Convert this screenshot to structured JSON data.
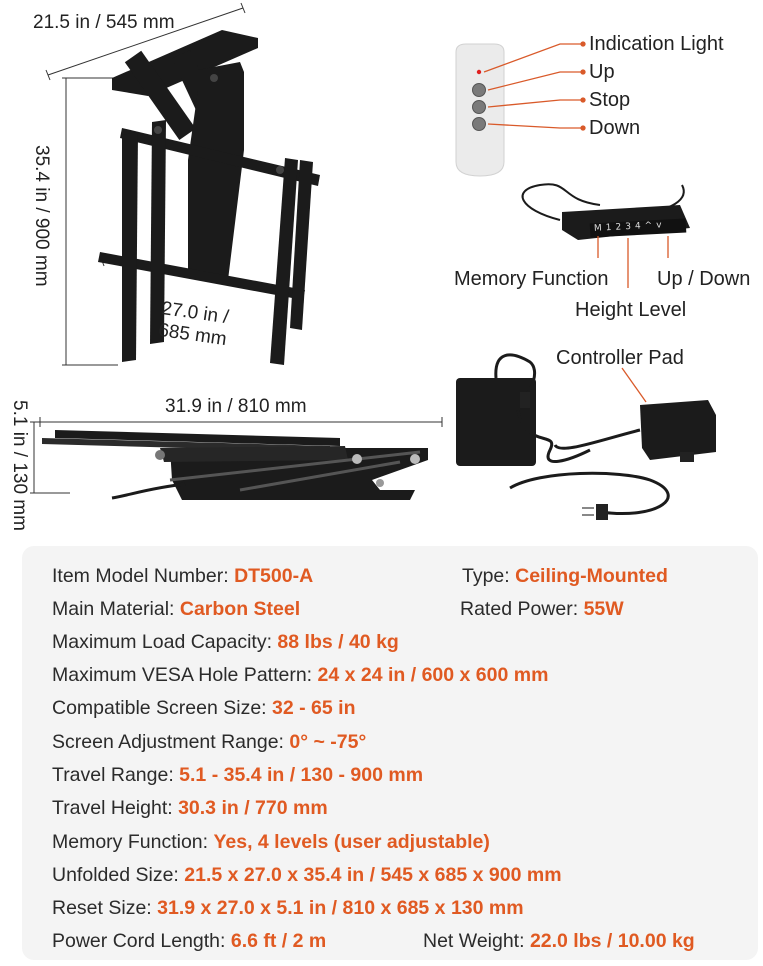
{
  "dimensions": {
    "top_width": "21.5 in / 545 mm",
    "height": "35.4 in / 900 mm",
    "vesa_width_line1": "27.0 in /",
    "vesa_width_line2": "685 mm",
    "folded_width": "31.9 in / 810 mm",
    "folded_height": "5.1 in / 130 mm"
  },
  "remote": {
    "labels": [
      "Indication Light",
      "Up",
      "Stop",
      "Down"
    ]
  },
  "keypad": {
    "memory_label": "Memory Function",
    "updown_label": "Up / Down",
    "height_label": "Height Level",
    "keys": [
      "M",
      "1",
      "2",
      "3",
      "4",
      "^",
      "v"
    ]
  },
  "controller": {
    "label": "Controller Pad"
  },
  "specs": [
    [
      {
        "label": "Item Model Number: ",
        "value": "DT500-A"
      },
      {
        "label": "Type: ",
        "value": "Ceiling-Mounted"
      }
    ],
    [
      {
        "label": "Main Material: ",
        "value": "Carbon Steel"
      },
      {
        "label": "Rated Power: ",
        "value": "55W"
      }
    ],
    [
      {
        "label": "Maximum Load Capacity: ",
        "value": "88 lbs / 40 kg"
      }
    ],
    [
      {
        "label": "Maximum VESA Hole Pattern: ",
        "value": "24 x 24 in / 600 x 600 mm"
      }
    ],
    [
      {
        "label": "Compatible Screen Size: ",
        "value": "32 - 65 in"
      }
    ],
    [
      {
        "label": "Screen Adjustment Range: ",
        "value": "0° ~ -75°"
      }
    ],
    [
      {
        "label": "Travel Range: ",
        "value": "5.1 - 35.4 in / 130 - 900 mm"
      }
    ],
    [
      {
        "label": "Travel Height: ",
        "value": "30.3 in / 770 mm"
      }
    ],
    [
      {
        "label": "Memory Function: ",
        "value": "Yes, 4 levels (user adjustable)"
      }
    ],
    [
      {
        "label": "Unfolded Size: ",
        "value": "21.5 x 27.0 x 35.4 in / 545 x 685 x 900 mm"
      }
    ],
    [
      {
        "label": "Reset Size: ",
        "value": "31.9 x 27.0 x 5.1 in / 810 x 685 x 130 mm"
      }
    ],
    [
      {
        "label": "Power Cord Length: ",
        "value": "6.6 ft / 2 m"
      },
      {
        "label": "Net Weight: ",
        "value": "22.0 lbs / 10.00 kg"
      }
    ]
  ],
  "colors": {
    "accent": "#e05a22",
    "text": "#2b2b2b",
    "panel": "#f4f4f4",
    "metal": "#1b1b1b"
  }
}
